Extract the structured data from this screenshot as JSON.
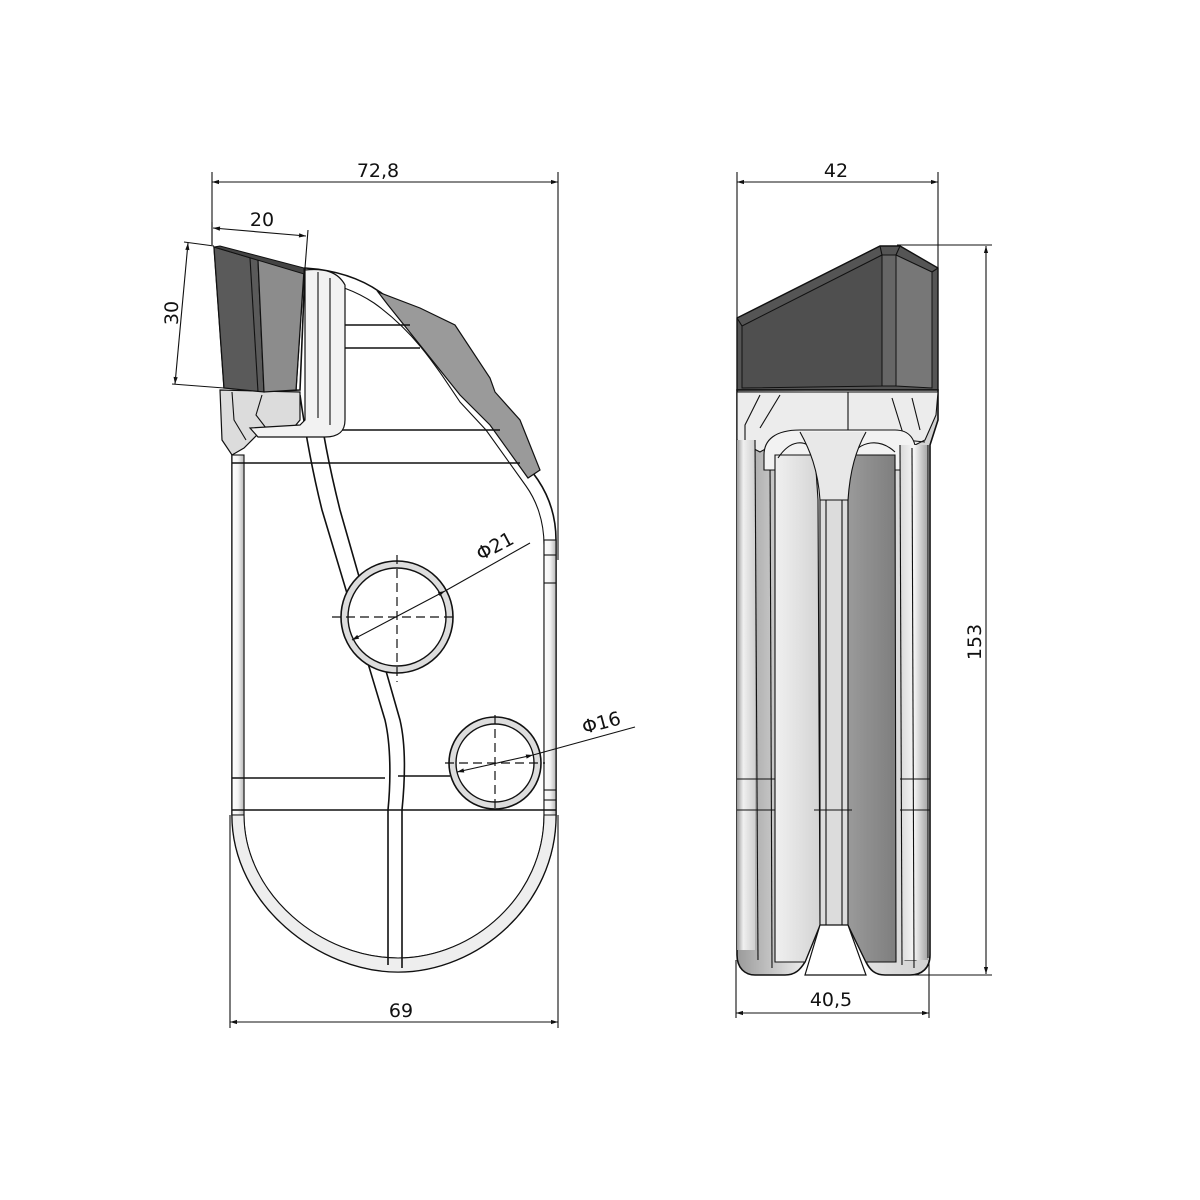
{
  "drawing": {
    "title": "Technical drawing - front and side view of wear part with carbide tip",
    "colors": {
      "background": "#ffffff",
      "line": "#111111",
      "tip_dark": "#4a4a4a",
      "tip_mid": "#6e6e6e",
      "tip_light": "#8a8a8a",
      "body_light": "#e6e6e6",
      "body_mid": "#c8c8c8",
      "channel_dark": "#8e8e8e"
    }
  },
  "front_view": {
    "dimensions": {
      "overall_width": "72,8",
      "tip_width": "20",
      "tip_height": "30",
      "large_hole_diameter": "Φ21",
      "small_hole_diameter": "Φ16",
      "base_width": "69"
    }
  },
  "side_view": {
    "dimensions": {
      "top_width": "42",
      "overall_height": "153",
      "base_width": "40,5"
    }
  }
}
